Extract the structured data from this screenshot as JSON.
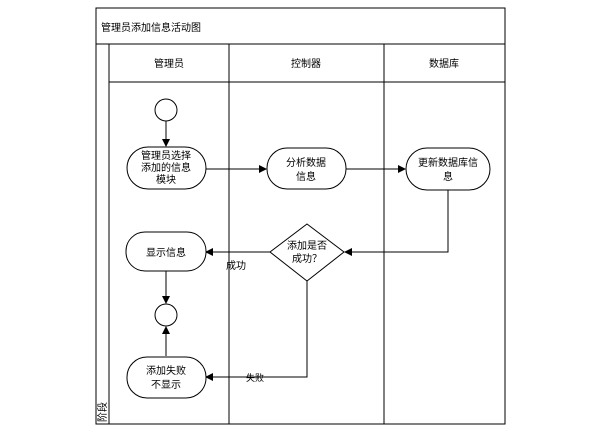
{
  "diagram": {
    "title": "管理员添加信息活动图",
    "stage_label": "阶段",
    "lanes": [
      "管理员",
      "控制器",
      "数据库"
    ],
    "nodes": {
      "select_module": [
        "管理员选择",
        "添加的信息",
        "模块"
      ],
      "analyze_data": [
        "分析数据",
        "信息"
      ],
      "update_db": [
        "更新数据库信",
        "息"
      ],
      "decision": [
        "添加是否",
        "成功？"
      ],
      "show_info": [
        "显示信息"
      ],
      "fail_msg": [
        "添加失败",
        "不显示"
      ]
    },
    "edge_labels": {
      "success": "成功",
      "fail": "失败"
    }
  }
}
